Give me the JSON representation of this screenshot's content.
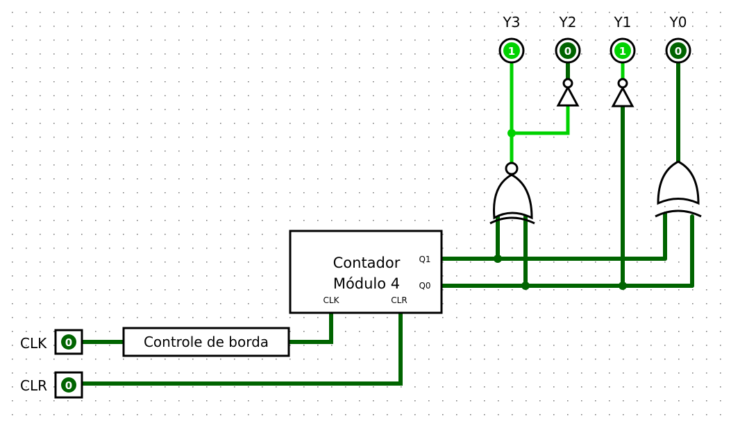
{
  "outputs": [
    {
      "id": "Y3",
      "label": "Y3",
      "value": "1",
      "color": "#00d200"
    },
    {
      "id": "Y2",
      "label": "Y2",
      "value": "0",
      "color": "#006400"
    },
    {
      "id": "Y1",
      "label": "Y1",
      "value": "1",
      "color": "#00d200"
    },
    {
      "id": "Y0",
      "label": "Y0",
      "value": "0",
      "color": "#006400"
    }
  ],
  "inputs": [
    {
      "id": "CLK",
      "label": "CLK",
      "value": "0"
    },
    {
      "id": "CLR",
      "label": "CLR",
      "value": "0"
    }
  ],
  "counter": {
    "title_line1": "Contador",
    "title_line2": "Módulo 4",
    "pin_q1": "Q1",
    "pin_q0": "Q0",
    "pin_clk": "CLK",
    "pin_clr": "CLR"
  },
  "edge_control": {
    "label": "Controle de borda"
  },
  "colors": {
    "wire_low": "#006400",
    "wire_high": "#00d200",
    "grid_dot": "#808080"
  }
}
